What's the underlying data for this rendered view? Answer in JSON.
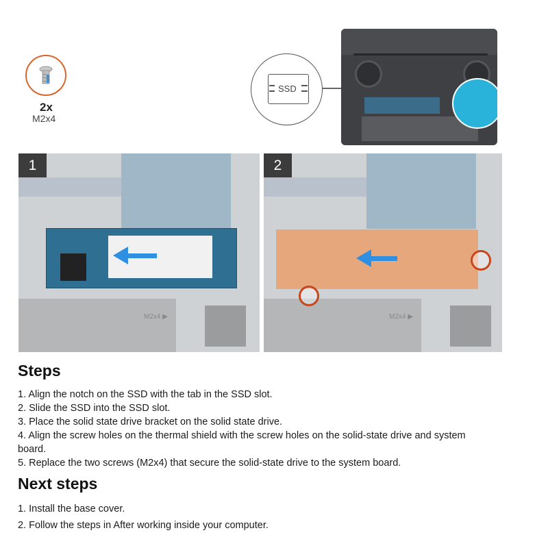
{
  "screw_callout": {
    "quantity": "2x",
    "size": "M2x4",
    "icon": "screw-icon"
  },
  "overview": {
    "callout_label": "SSD",
    "icon": "ssd-icon"
  },
  "panels": [
    {
      "number": "1",
      "label": "M2x4 ▶",
      "arrow_color": "#2f8fe0"
    },
    {
      "number": "2",
      "label": "M2x4 ▶",
      "arrow_color": "#2f8fe0"
    }
  ],
  "colors": {
    "accent_orange": "#d9642a",
    "arrow_blue": "#2f8fe0",
    "shield_copper": "#e7a77d"
  },
  "steps": {
    "title": "Steps",
    "items": [
      "1. Align the notch on the SSD with the tab in the SSD slot.",
      "2. Slide the SSD into the SSD slot.",
      "3. Place the solid state drive bracket on the solid state drive.",
      "4. Align the screw holes on the thermal shield with the screw holes on the solid-state drive and system board.",
      "5. Replace the two screws (M2x4) that secure the solid-state drive to the system board."
    ]
  },
  "next_steps": {
    "title": "Next steps",
    "items": [
      "1. Install the base cover.",
      "2. Follow the steps in After working inside your computer."
    ]
  }
}
